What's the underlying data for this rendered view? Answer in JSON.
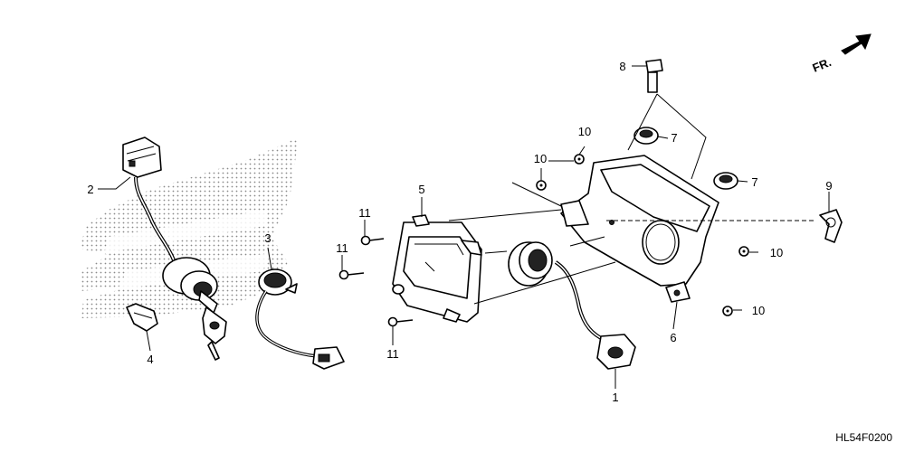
{
  "diagram": {
    "callouts": {
      "c1": "1",
      "c2": "2",
      "c3": "3",
      "c4": "4",
      "c5": "5",
      "c6": "6",
      "c7a": "7",
      "c7b": "7",
      "c8": "8",
      "c9": "9",
      "c10a": "10",
      "c10b": "10",
      "c10c": "10",
      "c10d": "10",
      "c11a": "11",
      "c11b": "11",
      "c11c": "11"
    },
    "direction_label": "FR.",
    "figure_code": "HL54F0200"
  }
}
